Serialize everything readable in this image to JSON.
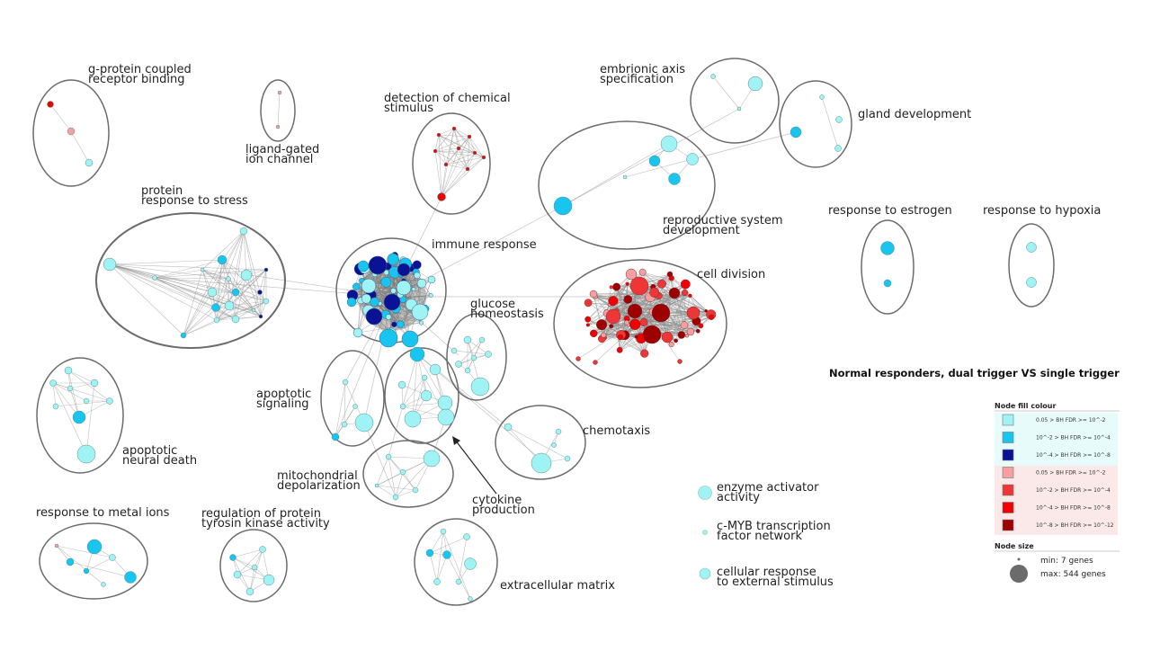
{
  "figure": {
    "title": "Normal responders,  dual trigger VS single trigger"
  },
  "colors": {
    "c1": "#9ff3f5",
    "c2": "#18c5ee",
    "c3": "#0a1296",
    "r1": "#f4a0a0",
    "r2": "#ee3636",
    "r3": "#f00000",
    "r4": "#9c0000",
    "cluster_outline": "#6b6b6b",
    "edge": "#8a8a8a"
  },
  "clusters": [
    {
      "id": "gpcr",
      "label_lines": [
        "g-protein coupled",
        "receptor binding"
      ]
    },
    {
      "id": "ligand",
      "label_lines": [
        "ligand-gated",
        "ion channel"
      ]
    },
    {
      "id": "detect",
      "label_lines": [
        "detection of chemical",
        "stimulus"
      ]
    },
    {
      "id": "axis",
      "label_lines": [
        "embrionic axis",
        "specification"
      ]
    },
    {
      "id": "gland",
      "label_lines": [
        "gland development"
      ]
    },
    {
      "id": "repro",
      "label_lines": [
        "reproductive system",
        "development"
      ]
    },
    {
      "id": "stress",
      "label_lines": [
        "protein",
        "response to stress"
      ]
    },
    {
      "id": "immune",
      "label_lines": [
        "immune response"
      ]
    },
    {
      "id": "division",
      "label_lines": [
        "cell division"
      ]
    },
    {
      "id": "estrogen",
      "label_lines": [
        "response to estrogen"
      ]
    },
    {
      "id": "hypoxia",
      "label_lines": [
        "response to hypoxia"
      ]
    },
    {
      "id": "glucose",
      "label_lines": [
        "glucose",
        "homeostasis"
      ]
    },
    {
      "id": "apopsig",
      "label_lines": [
        "apoptotic",
        "signaling"
      ]
    },
    {
      "id": "neural",
      "label_lines": [
        "apoptotic",
        "neural death"
      ]
    },
    {
      "id": "chemotaxis",
      "label_lines": [
        "chemotaxis"
      ]
    },
    {
      "id": "mito",
      "label_lines": [
        "mitochondrial",
        "depolarization"
      ]
    },
    {
      "id": "cytokine",
      "label_lines": [
        "cytokine",
        "production"
      ]
    },
    {
      "id": "metal",
      "label_lines": [
        "response to metal ions"
      ]
    },
    {
      "id": "tyrosin",
      "label_lines": [
        "regulation of protein",
        "tyrosin kinase activity"
      ]
    },
    {
      "id": "ecm",
      "label_lines": [
        "extracellular matrix"
      ]
    }
  ],
  "singletons": [
    {
      "label_lines": [
        "enzyme activator",
        "activity"
      ]
    },
    {
      "label_lines": [
        "c-MYB transcription",
        "factor network"
      ]
    },
    {
      "label_lines": [
        "cellular response",
        "to external stimulus"
      ]
    }
  ],
  "legend": {
    "fill_title": "Node fill colour",
    "items": [
      {
        "text": "0.05 > BH FDR >= 10^-2",
        "color": "#9ff3f5"
      },
      {
        "text": "10^-2 > BH FDR >= 10^-4",
        "color": "#18c5ee"
      },
      {
        "text": "10^-4 > BH FDR >= 10^-8",
        "color": "#0a1296"
      },
      {
        "text": "0.05 > BH FDR >= 10^-2",
        "color": "#f4a0a0"
      },
      {
        "text": "10^-2 > BH FDR >= 10^-4",
        "color": "#ee3636"
      },
      {
        "text": "10^-4 > BH FDR >= 10^-8",
        "color": "#f00000"
      },
      {
        "text": "10^-8 > BH FDR >= 10^-12",
        "color": "#9c0000"
      }
    ],
    "size_title": "Node size",
    "size_min": "min: 7 genes",
    "size_max": "max: 544 genes"
  }
}
